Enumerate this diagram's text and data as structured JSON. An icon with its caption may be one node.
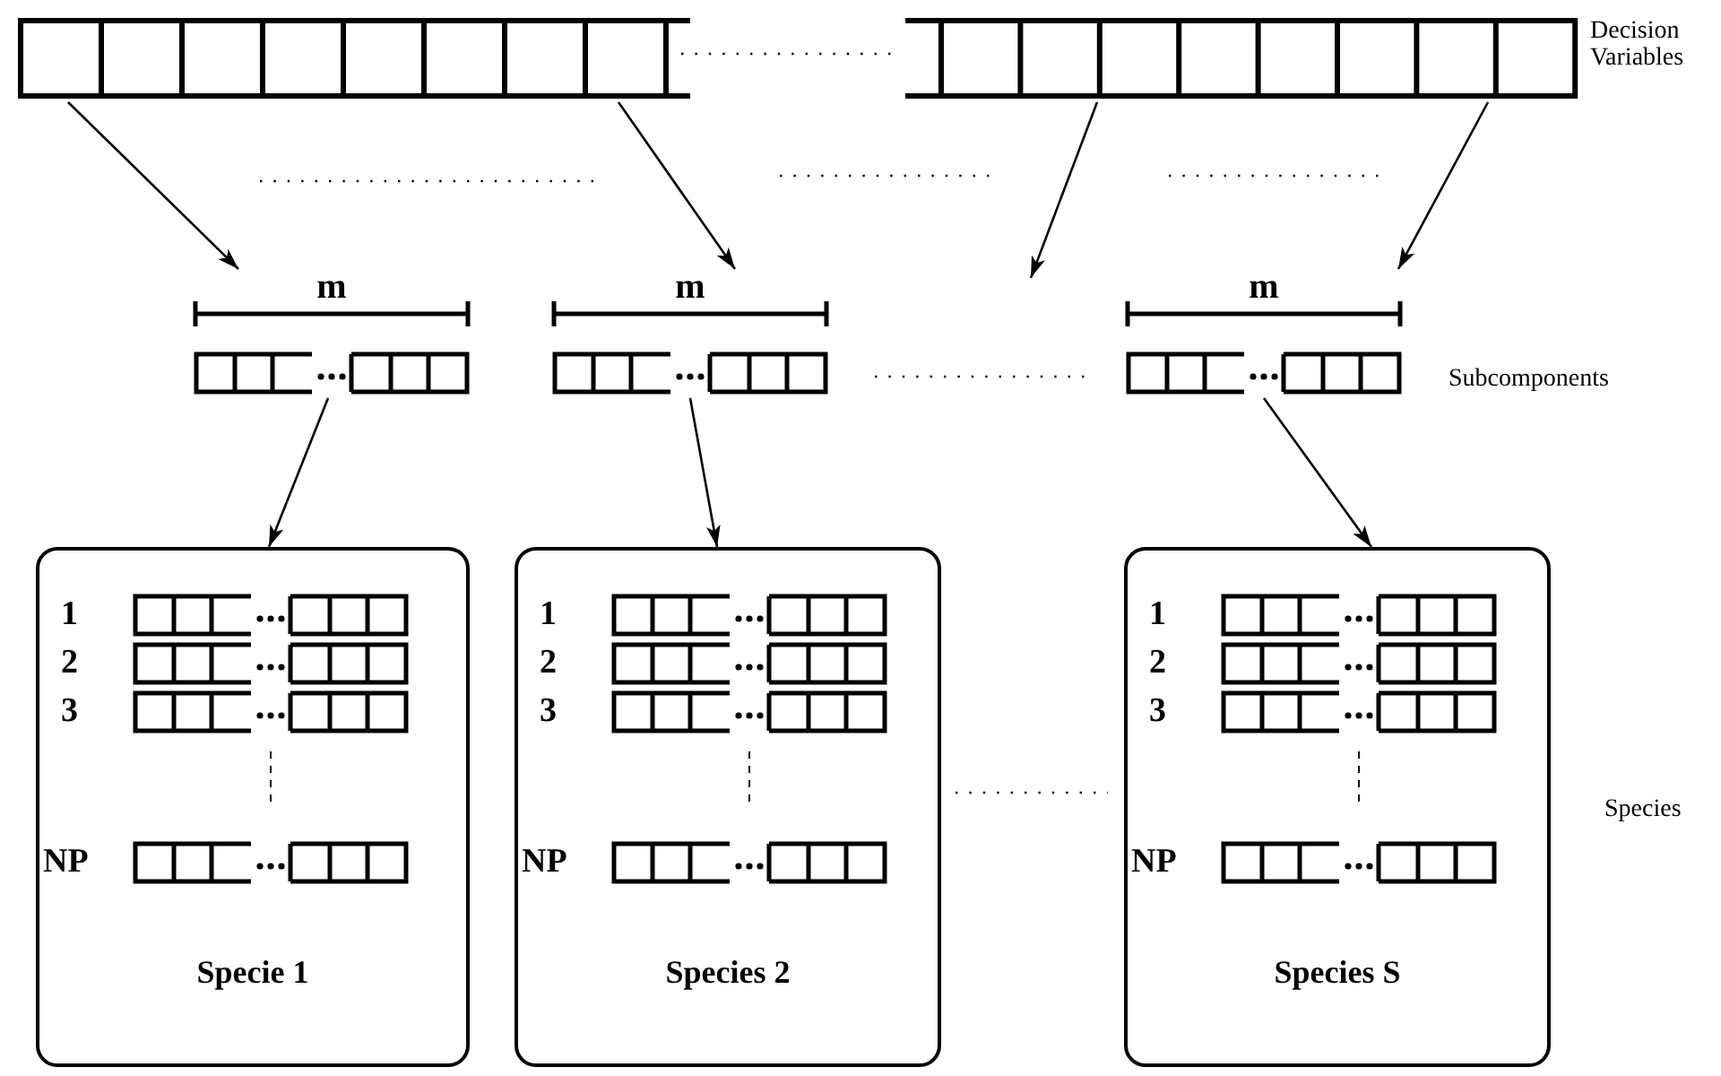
{
  "diagram": {
    "nodes": [
      {
        "text": [],
        "shape": "bar"
      },
      {
        "text": [],
        "shape": "bar"
      },
      {
        "text": [
          "m"
        ]
      },
      {
        "text": [
          "m"
        ]
      },
      {
        "text": [
          "m"
        ]
      },
      {
        "text": [
          "1",
          "2",
          "3",
          "NP",
          "Specie 1"
        ]
      },
      {
        "text": [
          "1",
          "2",
          "3",
          "NP",
          "Species 2"
        ]
      },
      {
        "text": [
          "1",
          "2",
          "3",
          "NP",
          "Species S"
        ]
      }
    ],
    "edges": [
      {
        "from": 0,
        "to": 2,
        "arrow": "to"
      },
      {
        "from": 0,
        "to": 3,
        "arrow": "to"
      },
      {
        "from": 1,
        "to": null,
        "arrow": "to"
      },
      {
        "from": 1,
        "to": 4,
        "arrow": "to"
      },
      {
        "from": 2,
        "to": 5,
        "arrow": "to"
      },
      {
        "from": 3,
        "to": 6,
        "arrow": "to"
      },
      {
        "from": 4,
        "to": 7,
        "arrow": "to"
      }
    ],
    "labels": [
      "Decision Variables",
      "Subcomponents",
      "Species"
    ]
  }
}
